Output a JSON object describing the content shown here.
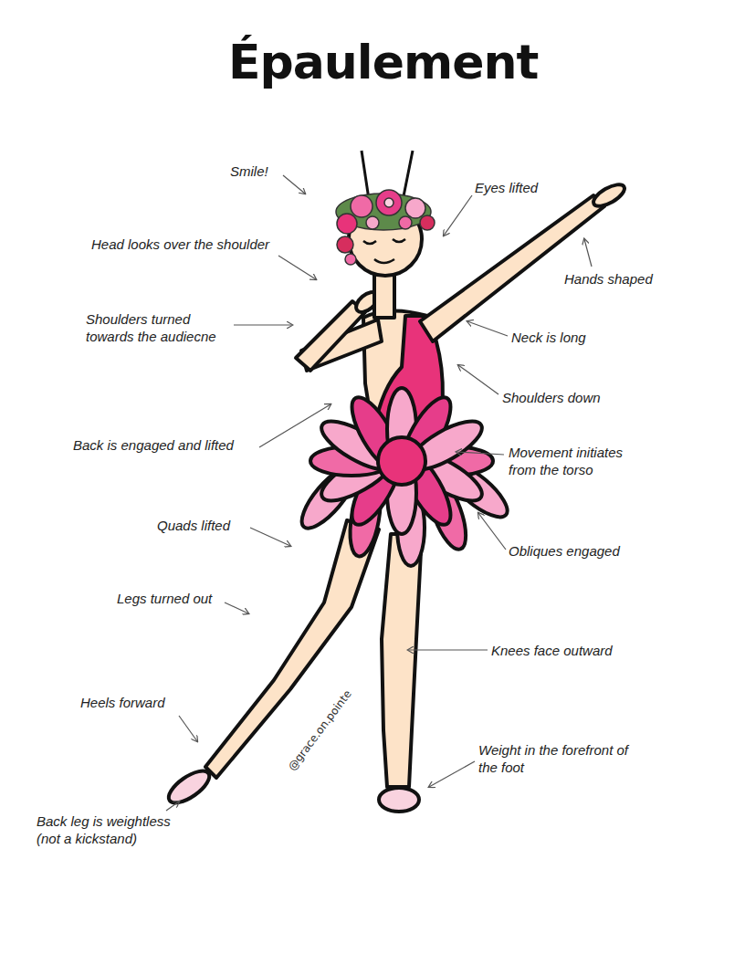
{
  "diagram": {
    "title": "Épaulement",
    "labels": [
      "Smile!",
      "Eyes lifted",
      "Head looks over the shoulder",
      "Hands shaped",
      "Shoulders turned towards the audiecne",
      "Neck is long",
      "Shoulders down",
      "Back is engaged and lifted",
      "Movement initiates from the torso",
      "Quads lifted",
      "Obliques engaged",
      "Legs turned out",
      "Knees face outward",
      "Heels forward",
      "Weight in the forefront of the foot",
      "Back leg is weightless (not a kickstand)",
      "@grace.on.pointe"
    ]
  }
}
